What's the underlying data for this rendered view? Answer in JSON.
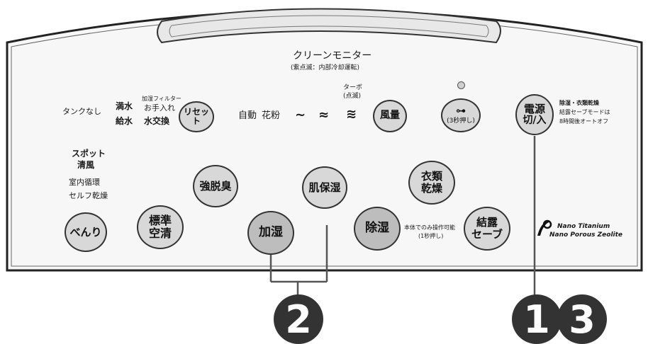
{
  "monitor": {
    "title": "クリーンモニター",
    "subtitle": "(紫点滅：内部冷却運転)"
  },
  "indicators": {
    "tank_none": "タンクなし",
    "full_water": "満水",
    "supply_water": "給水",
    "filter_care_line1": "加湿フィルター",
    "filter_care_line2": "お手入れ",
    "water_change": "水交換",
    "mode_auto": "自動",
    "mode_pollen": "花粉",
    "turbo_line1": "ターボ",
    "turbo_line2": "(点滅)"
  },
  "power_note": {
    "line1": "除湿・衣類乾燥",
    "line2": "結露セーブモードは",
    "line3": "8時間後オートオフ"
  },
  "side_labels": {
    "spot_line1": "スポット",
    "spot_line2": "清風",
    "room_circulation": "室内循環",
    "self_dry": "セルフ乾燥"
  },
  "buttons": {
    "reset": "リセット",
    "fan_speed": "風量",
    "child_lock_sub": "(3秒押し)",
    "power_line1": "電源",
    "power_line2": "切/入",
    "benri": "べんり",
    "standard_line1": "標準",
    "standard_line2": "空清",
    "deodorize": "強脱臭",
    "humidify": "加湿",
    "skin_humidity": "肌保湿",
    "dehumidify": "除湿",
    "clothes_line1": "衣類",
    "clothes_line2": "乾燥",
    "condensation_line1": "結露",
    "condensation_line2": "セーブ"
  },
  "dehumidify_note": {
    "line1": "本体でのみ操作可能",
    "line2": "(1秒押し)"
  },
  "brand": {
    "line1": "Nano Titanium",
    "line2": "Nano Porous Zeolite"
  },
  "callouts": {
    "c1": "1",
    "c2": "2",
    "c3": "3"
  },
  "colors": {
    "button_light": "#d8d8d8",
    "button_dark": "#bdbdbd",
    "callout": "#333333"
  }
}
